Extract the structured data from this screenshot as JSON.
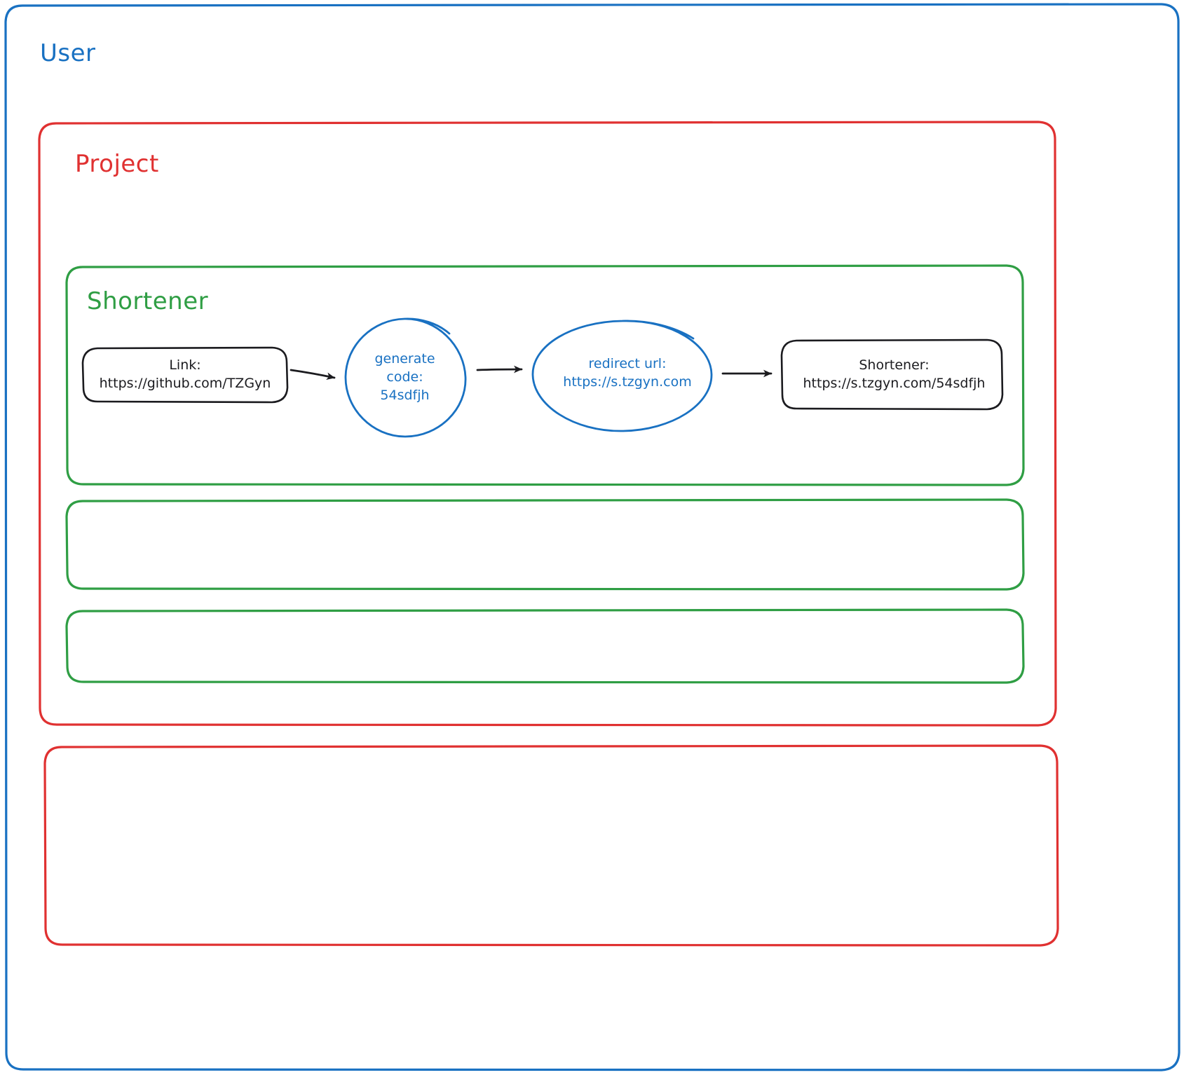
{
  "diagram": {
    "title_groups": {
      "user": {
        "label": "User",
        "color": "#1971c2"
      },
      "project": {
        "label": "Project",
        "color": "#e03131"
      },
      "shortener": {
        "label": "Shortener",
        "color": "#2f9e44"
      }
    },
    "nodes": [
      {
        "id": "link",
        "shape": "rounded-rect",
        "color": "#1b1b1f",
        "line1": "Link:",
        "line2": "https://github.com/TZGyn"
      },
      {
        "id": "generate-code",
        "shape": "circle",
        "color": "#1971c2",
        "line1": "generate",
        "line2": "code:",
        "line3": "54sdfjh"
      },
      {
        "id": "redirect-url",
        "shape": "ellipse",
        "color": "#1971c2",
        "line1": "redirect url:",
        "line2": "https://s.tzgyn.com"
      },
      {
        "id": "shortener-result",
        "shape": "rounded-rect",
        "color": "#1b1b1f",
        "line1": "Shortener:",
        "line2": "https://s.tzgyn.com/54sdfjh"
      }
    ],
    "edges": [
      {
        "from": "link",
        "to": "generate-code",
        "style": "arrow"
      },
      {
        "from": "generate-code",
        "to": "redirect-url",
        "style": "arrow"
      },
      {
        "from": "redirect-url",
        "to": "shortener-result",
        "style": "arrow"
      }
    ],
    "empty_containers": [
      {
        "id": "green-empty-1",
        "color": "#2f9e44"
      },
      {
        "id": "green-empty-2",
        "color": "#2f9e44"
      },
      {
        "id": "red-empty-1",
        "color": "#e03131"
      }
    ]
  }
}
